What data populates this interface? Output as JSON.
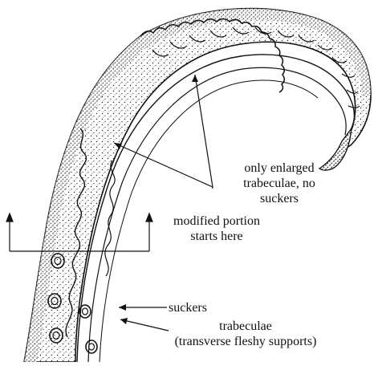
{
  "labels": {
    "enlarged": [
      "only enlarged",
      "trabeculae, no",
      "suckers"
    ],
    "modified": [
      "modified portion",
      "starts here"
    ],
    "suckers": "suckers",
    "trabeculae": [
      "trabeculae",
      "(transverse fleshy supports)"
    ]
  }
}
